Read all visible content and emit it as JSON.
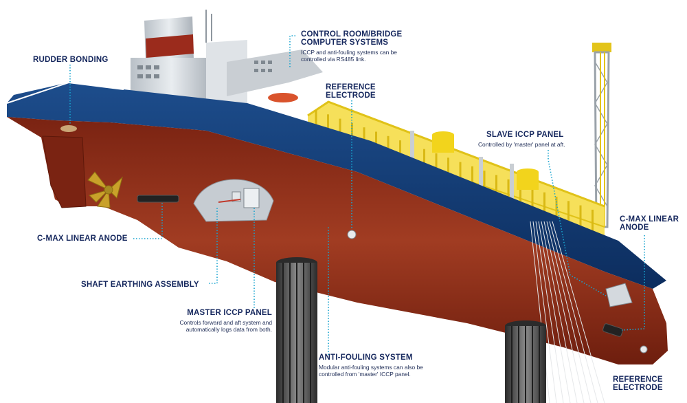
{
  "colors": {
    "hull_red": "#8c2a16",
    "deck_blue": "#123a72",
    "deck_rail_yellow": "#f2d41c",
    "superstructure": "#d8dde2",
    "label_navy": "#15275d",
    "leader_dots": "#17a4cf"
  },
  "labels": {
    "rudder_bonding": {
      "title": "RUDDER BONDING"
    },
    "control_room": {
      "title": "CONTROL ROOM/BRIDGE\nCOMPUTER SYSTEMS",
      "desc": "ICCP and anti-fouling systems can be\ncontrolled via RS485 link."
    },
    "reference_electrode_top": {
      "title": "REFERENCE\nELECTRODE"
    },
    "slave_iccp": {
      "title": "SLAVE ICCP PANEL",
      "desc": "Controlled by 'master' panel at aft."
    },
    "cmax_anode_right": {
      "title": "C-MAX LINEAR\nANODE"
    },
    "cmax_anode_left": {
      "title": "C-MAX LINEAR ANODE"
    },
    "shaft_earthing": {
      "title": "SHAFT EARTHING ASSEMBLY"
    },
    "master_iccp": {
      "title": "MASTER ICCP PANEL",
      "desc": "Controls forward and aft system and\nautomatically logs data from both."
    },
    "anti_fouling": {
      "title": "ANTI-FOULING SYSTEM",
      "desc": "Modular anti-fouling systems can also be\ncontrolled from 'master' ICCP panel."
    },
    "reference_electrode_bottom": {
      "title": "REFERENCE\nELECTRODE"
    }
  }
}
